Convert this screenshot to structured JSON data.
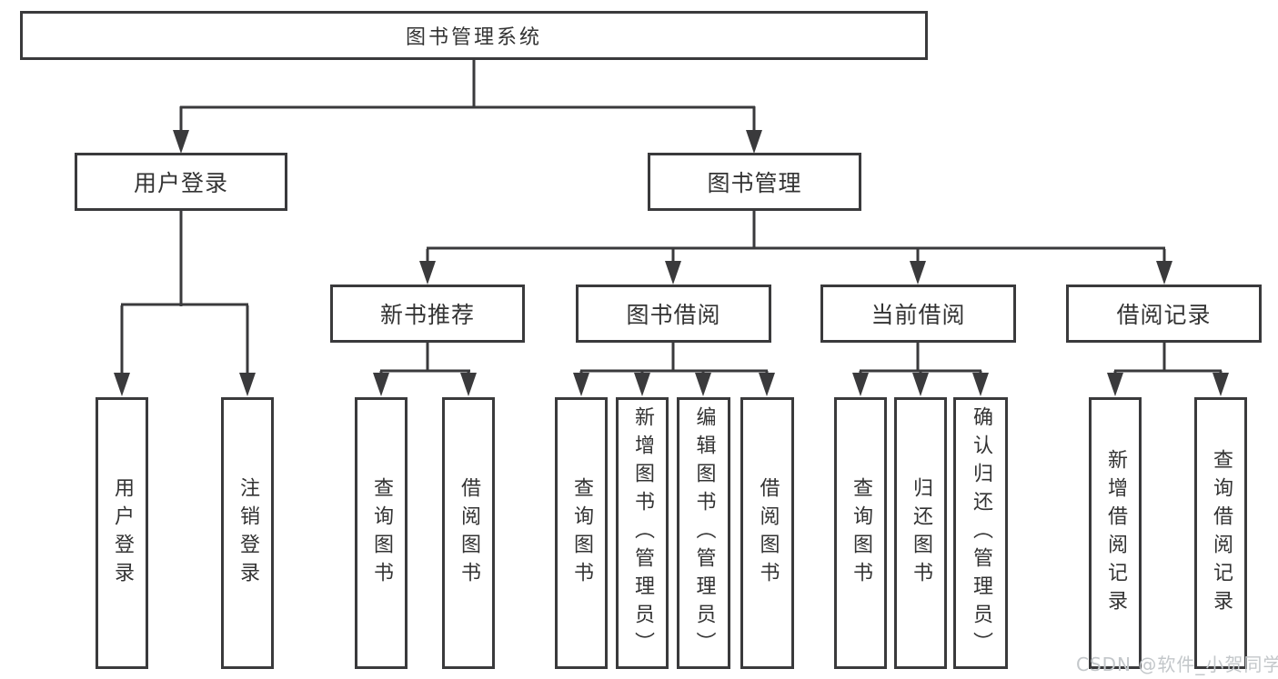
{
  "tree": {
    "root": {
      "label": "图书管理系统"
    },
    "branches": [
      {
        "label": "用户登录",
        "leaves": [
          "用户登录",
          "注销登录"
        ]
      },
      {
        "label": "图书管理",
        "sections": [
          {
            "label": "新书推荐",
            "leaves": [
              "查询图书",
              "借阅图书"
            ]
          },
          {
            "label": "图书借阅",
            "leaves": [
              "查询图书",
              "新增图书（管理员）",
              "编辑图书（管理员）",
              "借阅图书"
            ]
          },
          {
            "label": "当前借阅",
            "leaves": [
              "查询图书",
              "归还图书",
              "确认归还（管理员）"
            ]
          },
          {
            "label": "借阅记录",
            "leaves": [
              "新增借阅记录",
              "查询借阅记录"
            ]
          }
        ]
      }
    ]
  },
  "watermark": {
    "text": "CSDN @软件_小贺同学"
  },
  "colors": {
    "line": "#3a3a3c",
    "text": "#333333",
    "background": "#ffffff",
    "watermark": "#c3c7ca"
  }
}
